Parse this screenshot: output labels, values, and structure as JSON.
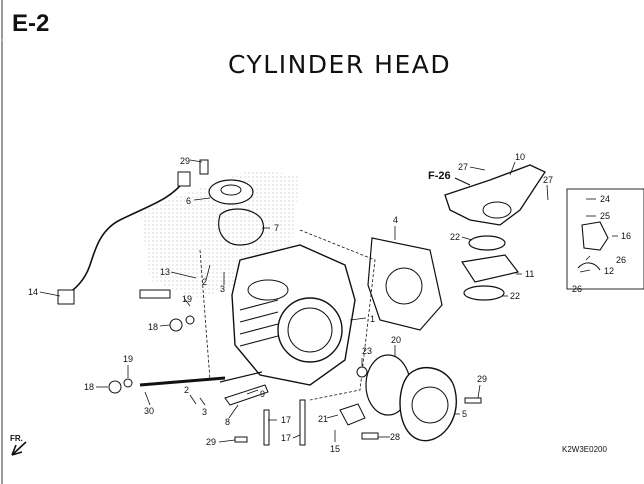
{
  "section_id": "E-2",
  "title": "CYLINDER HEAD",
  "reference": "F-26",
  "diagram_code": "K2W3E0200",
  "front_marker": "FR.",
  "callouts": [
    "29",
    "6",
    "7",
    "14",
    "13",
    "2",
    "3",
    "19",
    "18",
    "1",
    "4",
    "22",
    "11",
    "22",
    "27",
    "10",
    "27",
    "24",
    "25",
    "16",
    "26",
    "12",
    "26",
    "19",
    "18",
    "30",
    "2",
    "3",
    "8",
    "9",
    "17",
    "17",
    "29",
    "21",
    "15",
    "28",
    "23",
    "20",
    "5",
    "29"
  ]
}
